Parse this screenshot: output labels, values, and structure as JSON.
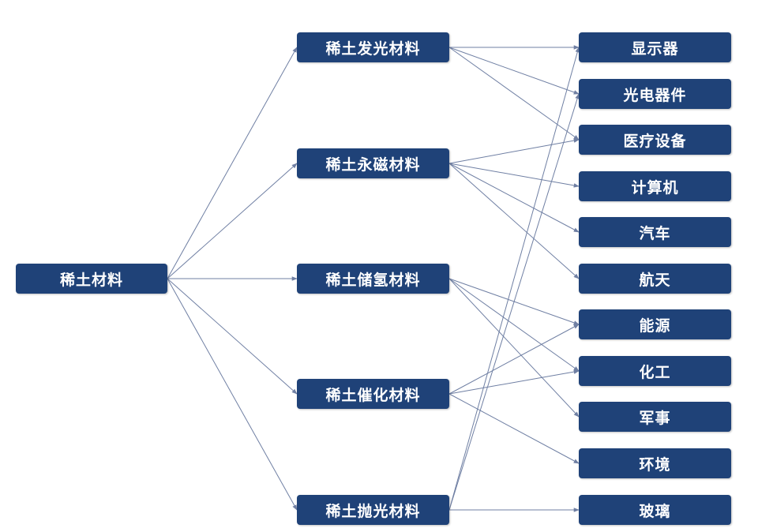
{
  "root": {
    "label": "稀土材料"
  },
  "materials": [
    {
      "label": "稀土发光材料"
    },
    {
      "label": "稀土永磁材料"
    },
    {
      "label": "稀土储氢材料"
    },
    {
      "label": "稀土催化材料"
    },
    {
      "label": "稀土抛光材料"
    }
  ],
  "applications": [
    {
      "label": "显示器"
    },
    {
      "label": "光电器件"
    },
    {
      "label": "医疗设备"
    },
    {
      "label": "计算机"
    },
    {
      "label": "汽车"
    },
    {
      "label": "航天"
    },
    {
      "label": "能源"
    },
    {
      "label": "化工"
    },
    {
      "label": "军事"
    },
    {
      "label": "环境"
    },
    {
      "label": "玻璃"
    }
  ],
  "links": {
    "root_to_materials": [
      0,
      1,
      2,
      3,
      4
    ],
    "material_to_applications": [
      [
        0,
        1,
        2
      ],
      [
        2,
        3,
        4,
        5
      ],
      [
        6,
        7,
        8
      ],
      [
        6,
        7,
        9
      ],
      [
        0,
        1,
        10
      ]
    ]
  },
  "colors": {
    "node_fill": "#1f4278",
    "node_text": "#ffffff",
    "edge": "#6f7fa3"
  }
}
